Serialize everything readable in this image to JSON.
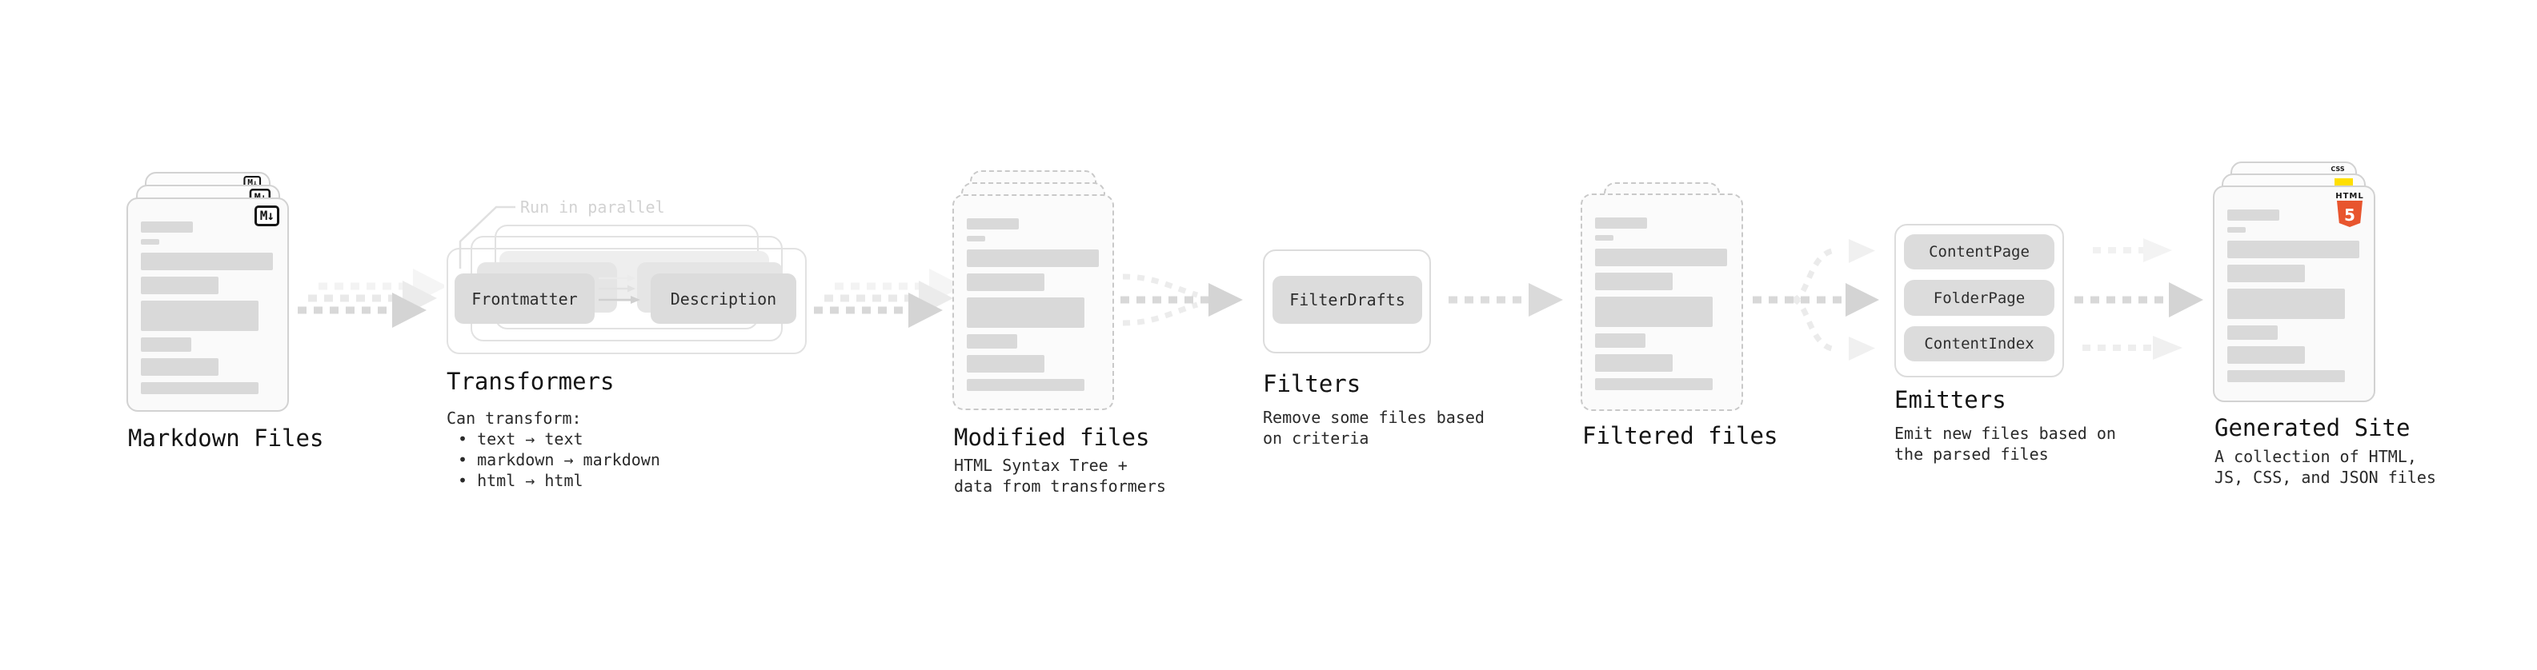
{
  "colors": {
    "accent_html5": "#e8552e",
    "accent_js": "#ffdf00",
    "accent_css": "#2f6bff",
    "gray_chip": "#dcdcdc",
    "gray_bar": "#d9d9d9",
    "gray_note": "#d2d2d2"
  },
  "doc_skeleton": [
    {
      "w": 65,
      "h": 14,
      "mb": 8
    },
    {
      "w": 23,
      "h": 7,
      "mb": 10
    },
    {
      "w": 165,
      "h": 22,
      "mb": 8
    },
    {
      "w": 97,
      "h": 22,
      "mb": 8
    },
    {
      "w": 147,
      "h": 38,
      "mb": 8
    },
    {
      "w": 63,
      "h": 18,
      "mb": 8
    },
    {
      "w": 97,
      "h": 22,
      "mb": 8
    },
    {
      "w": 147,
      "h": 15,
      "mb": 0
    }
  ],
  "stages": {
    "markdown": {
      "title": "Markdown Files",
      "badge": "M↓"
    },
    "transformers": {
      "note": "Run in parallel",
      "chip_left": "Frontmatter",
      "chip_right": "Description",
      "title": "Transformers",
      "desc_heading": "Can transform:",
      "bullets": [
        "• text → text",
        "• markdown → markdown",
        "• html → html"
      ]
    },
    "modified": {
      "title": "Modified files",
      "desc_line1": "HTML Syntax Tree +",
      "desc_line2": "data from transformers"
    },
    "filters": {
      "title": "Filters",
      "chip": "FilterDrafts",
      "desc_line1": "Remove some files based",
      "desc_line2": "on criteria"
    },
    "filtered": {
      "title": "Filtered files"
    },
    "emitters": {
      "title": "Emitters",
      "chips": [
        "ContentPage",
        "FolderPage",
        "ContentIndex"
      ],
      "desc_line1": "Emit new files based on",
      "desc_line2": "the parsed files"
    },
    "generated": {
      "title": "Generated Site",
      "desc_line1": "A collection of HTML,",
      "desc_line2": "JS, CSS, and JSON files",
      "html5_label": "HTML",
      "html5_number": "5",
      "css_label": "CSS"
    }
  }
}
